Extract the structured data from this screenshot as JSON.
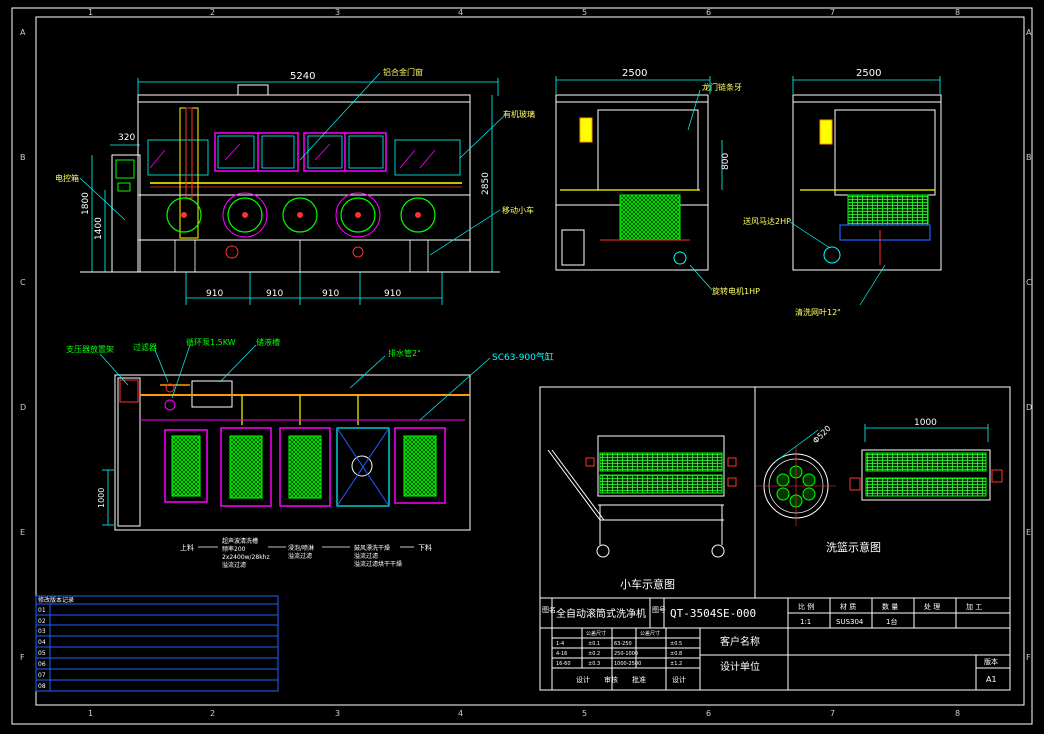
{
  "drawing": {
    "border_letters_left": [
      "A",
      "B",
      "C",
      "D",
      "E",
      "F"
    ],
    "border_letters_right": [
      "A",
      "B",
      "C",
      "D",
      "E",
      "F"
    ],
    "border_numbers_top": [
      "1",
      "2",
      "3",
      "4",
      "5",
      "6",
      "7",
      "8"
    ],
    "border_numbers_bottom": [
      "1",
      "2",
      "3",
      "4",
      "5",
      "6",
      "7",
      "8"
    ]
  },
  "front_view": {
    "dim_total": "5240",
    "dim_left": "320",
    "dim_h1": "1800",
    "dim_h2": "1400",
    "dim_height": "2850",
    "dim_spacing": [
      "910",
      "910",
      "910",
      "910"
    ],
    "label_control": "电控箱",
    "label_door": "铝合金门窗",
    "label_glass": "有机玻璃",
    "label_cart": "移动小车"
  },
  "side_view_1": {
    "dim_width": "2500",
    "dim_800": "800",
    "label_chain": "龙门链条牙",
    "label_motor": "旋转电机1HP"
  },
  "side_view_2": {
    "dim_width": "2500",
    "label_fan": "送风马达2HP",
    "label_spray": "清洗网叶12\""
  },
  "plan_view": {
    "label_pipe_stand": "支压器放置架",
    "label_filter": "过滤器",
    "label_pump": "循环泵1.5KW",
    "label_tank": "储液槽",
    "label_drain": "排水管2\"",
    "label_cylinder": "SC63-900气缸",
    "dim_1000": "1000",
    "process": [
      {
        "name": "上料",
        "sub": []
      },
      {
        "name": "超声波清洗槽",
        "sub": [
          "频率200",
          "2x2400w/28khz",
          "溢流过滤"
        ]
      },
      {
        "name": "浸泡/喷淋",
        "sub": [
          "溢流过滤"
        ]
      },
      {
        "name": "鼓风漂洗干燥",
        "sub": [
          "溢流过滤",
          "溢流过滤烘干干燥"
        ]
      },
      {
        "name": "下料",
        "sub": []
      }
    ]
  },
  "cart_view": {
    "caption": "小车示意图"
  },
  "basket_view": {
    "caption": "洗篮示意图",
    "dim_dia": "Φ520",
    "dim_1000": "1000"
  },
  "rev_table": {
    "title": "修改版本记录",
    "rows": [
      "01",
      "02",
      "03",
      "04",
      "05",
      "06",
      "07",
      "08"
    ]
  },
  "title_block": {
    "label_name_left": "图名",
    "product_name": "全自动滚筒式洗净机",
    "label_no": "图号",
    "drawing_no": "QT-3504SE-000",
    "headers": [
      "比 例",
      "材 质",
      "数 量",
      "处 理",
      "加 工"
    ],
    "values": [
      "1:1",
      "SUS304",
      "1台",
      "",
      ""
    ],
    "tol_headers": [
      "",
      "公差尺寸",
      "",
      "公差尺寸",
      ""
    ],
    "tol_rows": [
      [
        "1-4",
        "±0.1",
        "63-250",
        "±0.5"
      ],
      [
        "4-16",
        "±0.2",
        "250-1000",
        "±0.8"
      ],
      [
        "16-60",
        "±0.3",
        "1000-2500",
        "±1.2"
      ]
    ],
    "sign_labels": [
      "设计",
      "审核",
      "批准",
      "设计"
    ],
    "label_customer": "客户名称",
    "label_designer": "设计单位",
    "label_version": "版本",
    "version": "A1"
  },
  "colors": {
    "frame": "#ffffff",
    "cyan": "#00ffff",
    "magenta": "#ff00ff",
    "green": "#00ff00",
    "yellow": "#ffff00",
    "red": "#ff3030",
    "blue": "#2060ff",
    "orange": "#ff9900"
  }
}
